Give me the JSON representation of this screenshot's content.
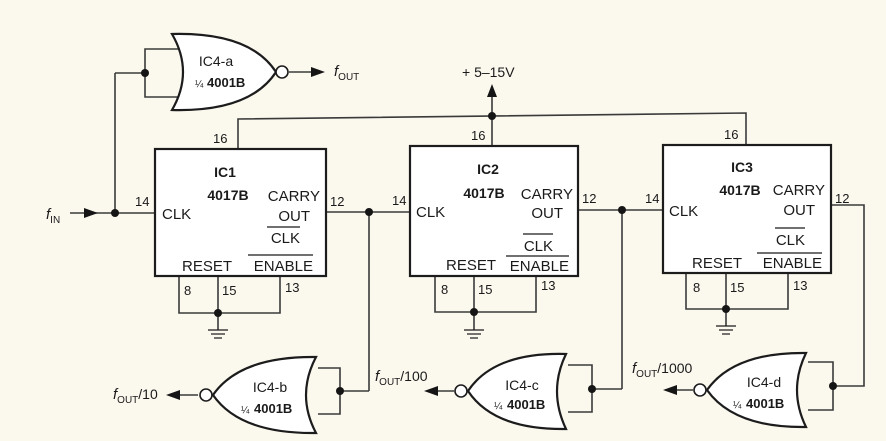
{
  "title": "Frequency divider with 4017B decade counters and 4001B NOR gates",
  "supply": {
    "label": "+ 5–15V",
    "pin": "16"
  },
  "input": {
    "label_main": "f",
    "label_sub": "IN"
  },
  "counters": [
    {
      "id": "ic1",
      "name": "IC1",
      "part": "4017B",
      "clk_label": "CLK",
      "carry_label_1": "CARRY",
      "carry_label_2": "OUT",
      "clk_enable_label_1": "CLK",
      "clk_enable_label_2": "ENABLE",
      "reset_label": "RESET",
      "pins": {
        "vdd": "16",
        "clk": "14",
        "carry": "12",
        "gnd": "8",
        "reset": "15",
        "enable": "13"
      }
    },
    {
      "id": "ic2",
      "name": "IC2",
      "part": "4017B",
      "clk_label": "CLK",
      "carry_label_1": "CARRY",
      "carry_label_2": "OUT",
      "clk_enable_label_1": "CLK",
      "clk_enable_label_2": "ENABLE",
      "reset_label": "RESET",
      "pins": {
        "vdd": "16",
        "clk": "14",
        "carry": "12",
        "gnd": "8",
        "reset": "15",
        "enable": "13"
      }
    },
    {
      "id": "ic3",
      "name": "IC3",
      "part": "4017B",
      "clk_label": "CLK",
      "carry_label_1": "CARRY",
      "carry_label_2": "OUT",
      "clk_enable_label_1": "CLK",
      "clk_enable_label_2": "ENABLE",
      "reset_label": "RESET",
      "pins": {
        "vdd": "16",
        "clk": "14",
        "carry": "12",
        "gnd": "8",
        "reset": "15",
        "enable": "13"
      }
    }
  ],
  "gates": [
    {
      "id": "ic4a",
      "name": "IC4-a",
      "fraction": "¼",
      "part": "4001B",
      "output_main": "f",
      "output_sub": "OUT",
      "output_suffix": ""
    },
    {
      "id": "ic4b",
      "name": "IC4-b",
      "fraction": "¼",
      "part": "4001B",
      "output_main": "f",
      "output_sub": "OUT",
      "output_suffix": "/10"
    },
    {
      "id": "ic4c",
      "name": "IC4-c",
      "fraction": "¼",
      "part": "4001B",
      "output_main": "f",
      "output_sub": "OUT",
      "output_suffix": "/100"
    },
    {
      "id": "ic4d",
      "name": "IC4-d",
      "fraction": "¼",
      "part": "4001B",
      "output_main": "f",
      "output_sub": "OUT",
      "output_suffix": "/1000"
    }
  ]
}
